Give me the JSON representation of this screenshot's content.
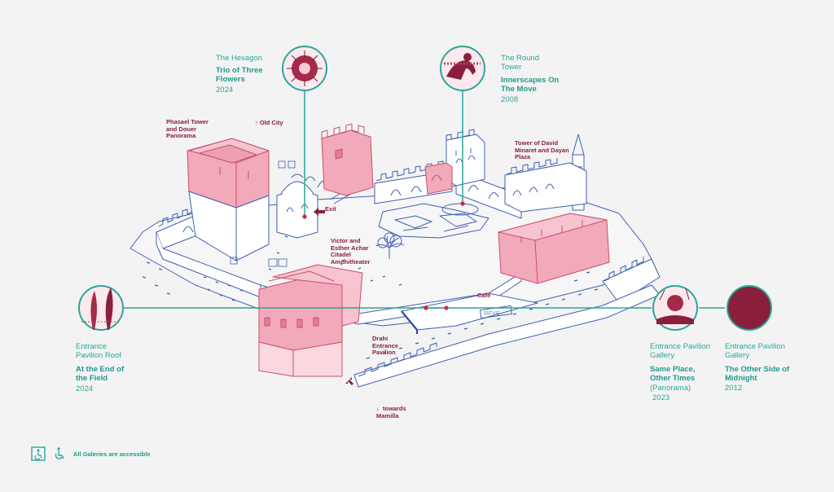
{
  "colors": {
    "teal": "#2aa69a",
    "maroon": "#8a1f3c",
    "pink": "#f2a9b9",
    "line": "#3d5fb0",
    "bg": "#f3f3f3"
  },
  "galleries": [
    {
      "place": "The Hexagon",
      "title": "Trio of Three Flowers",
      "year": "2024"
    },
    {
      "place": "The Round Tower",
      "title": "Innerscapes On The Move",
      "year": "2008"
    },
    {
      "place": "Entrance Pavilion Roof",
      "title": "At the End of the Field",
      "year": "2024"
    },
    {
      "place": "Entrance Pavilion Gallery",
      "title": "Same Place, Other Times",
      "subtitle": "(Panorama)",
      "year": "2023"
    },
    {
      "place": "Entrance Pavilion Gallery",
      "title": "The Other Side of Midnight",
      "year": "2012"
    }
  ],
  "map_labels": {
    "phasael": "Phasael Tower and Douer Panorama",
    "old_city": "Old City",
    "minaret": "Tower of David Minaret and Dayan Plaza",
    "exit": "Exit",
    "amphitheater": "Victor and Esther Achar Citadel Amphitheater",
    "cafe": "Café",
    "drahi": "Drahi Entrance Pavilion",
    "mamilla": "towards Mamilla",
    "sign": "RFVE"
  },
  "footer": {
    "accessible": "All Galeries are accessible"
  },
  "icons": [
    "accessible-elevator-icon",
    "wheelchair-icon",
    "restroom-icon",
    "arrow-up-icon",
    "arrow-down-icon",
    "exit-arrow-icon",
    "entrance-arrow-icon"
  ]
}
